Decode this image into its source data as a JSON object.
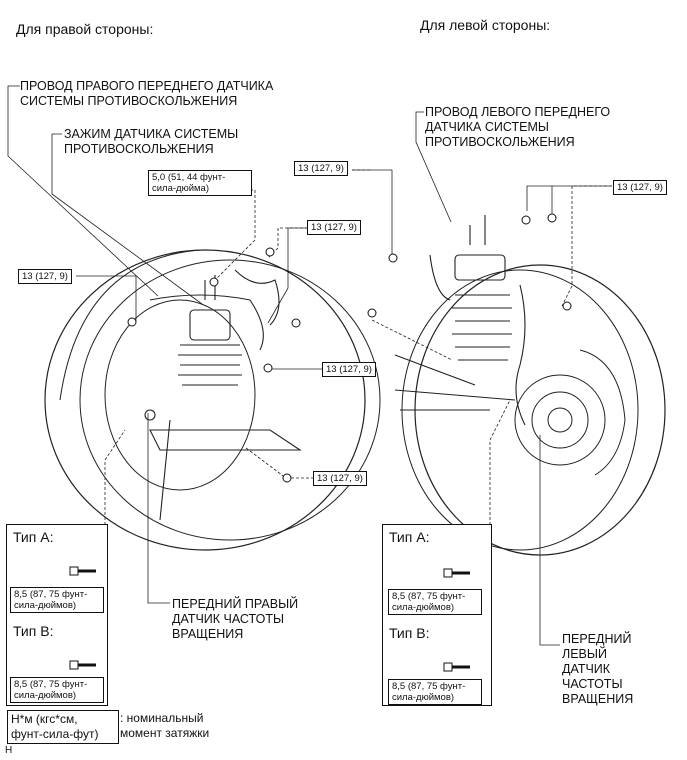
{
  "headers": {
    "right_side": "Для правой стороны:",
    "left_side": "Для левой стороны:"
  },
  "labels": {
    "right_wire": "ПРОВОД ПРАВОГО ПЕРЕДНЕГО ДАТЧИКА\nСИСТЕМЫ ПРОТИВОСКОЛЬЖЕНИЯ",
    "sensor_clamp": "ЗАЖИМ ДАТЧИКА СИСТЕМЫ\nПРОТИВОСКОЛЬЖЕНИЯ",
    "left_wire": "ПРОВОД ЛЕВОГО ПЕРЕДНЕГО\nДАТЧИКА СИСТЕМЫ\nПРОТИВОСКОЛЬЖЕНИЯ",
    "right_speed_sensor": "ПЕРЕДНИЙ ПРАВЫЙ\nДАТЧИК ЧАСТОТЫ\nВРАЩЕНИЯ",
    "left_speed_sensor": "ПЕРЕДНИЙ\nЛЕВЫЙ\nДАТЧИК\nЧАСТОТЫ\nВРАЩЕНИЯ"
  },
  "torque": {
    "t13": "13 (127, 9)",
    "t50": "5,0 (51, 44 фунт-\nсила-дюйма)",
    "t85": "8,5 (87, 75 фунт-\nсила-дюймов)"
  },
  "panels": {
    "type_a": "Тип A:",
    "type_b": "Тип B:"
  },
  "legend": {
    "unit_box": "Н*м (кгс*см,\nфунт-сила-фут)",
    "meaning": ": номинальный\nмомент затяжки"
  },
  "footer_mark": "H"
}
